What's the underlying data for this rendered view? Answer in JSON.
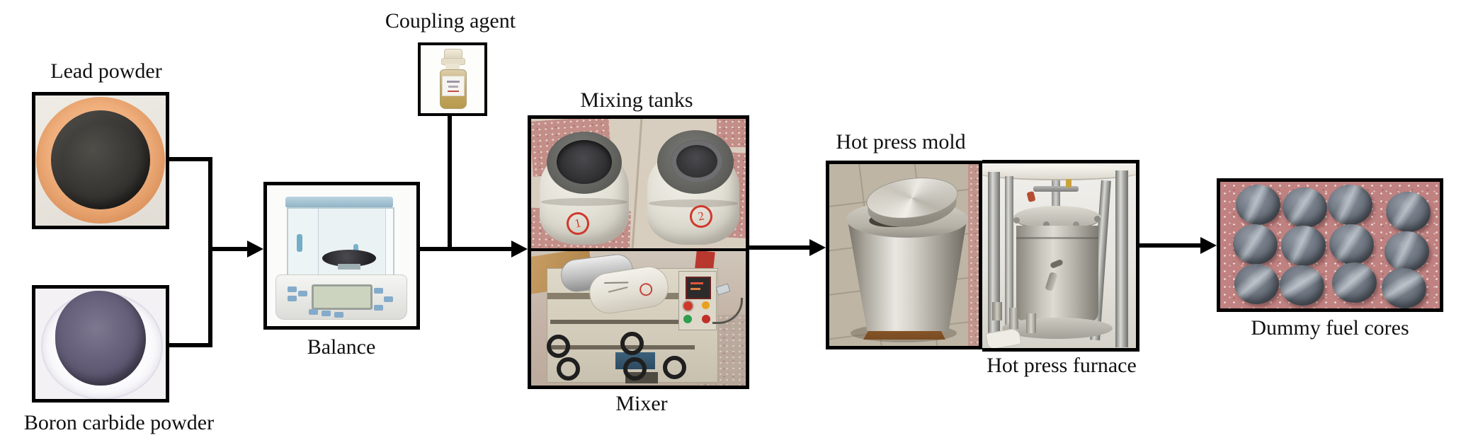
{
  "labels": {
    "lead_powder": "Lead powder",
    "boron_carbide_powder": "Boron carbide powder",
    "coupling_agent": "Coupling agent",
    "balance": "Balance",
    "mixing_tanks": "Mixing tanks",
    "mixer": "Mixer",
    "hot_press_mold": "Hot press mold",
    "hot_press_furnace": "Hot press furnace",
    "dummy_fuel_cores": "Dummy fuel cores"
  },
  "annotations": {
    "tank_1_mark": "1",
    "tank_2_mark": "2"
  },
  "edges": [
    {
      "from": "lead_powder",
      "to": "balance"
    },
    {
      "from": "boron_carbide_powder",
      "to": "balance"
    },
    {
      "from": "balance",
      "to": "mixing_tanks_mixer"
    },
    {
      "from": "coupling_agent",
      "to": "mixing_tanks_mixer"
    },
    {
      "from": "mixing_tanks_mixer",
      "to": "hot_press_mold_furnace"
    },
    {
      "from": "hot_press_mold_furnace",
      "to": "dummy_fuel_cores"
    }
  ],
  "colors": {
    "flow_line": "#000000",
    "frame_border": "#000000",
    "label_text": "#111111",
    "tank_mark_red": "#d0392b",
    "granite_pink": "#c48e88",
    "core_gray": "#6f7782",
    "lead_bowl_tan": "#efaf7c",
    "lead_powder_dark": "#35332f",
    "boron_powder_purple": "#5d5870",
    "balance_blue": "#a5c3d6",
    "coupling_amber": "#c0a25c",
    "steel_gray": "#c9c6be"
  }
}
